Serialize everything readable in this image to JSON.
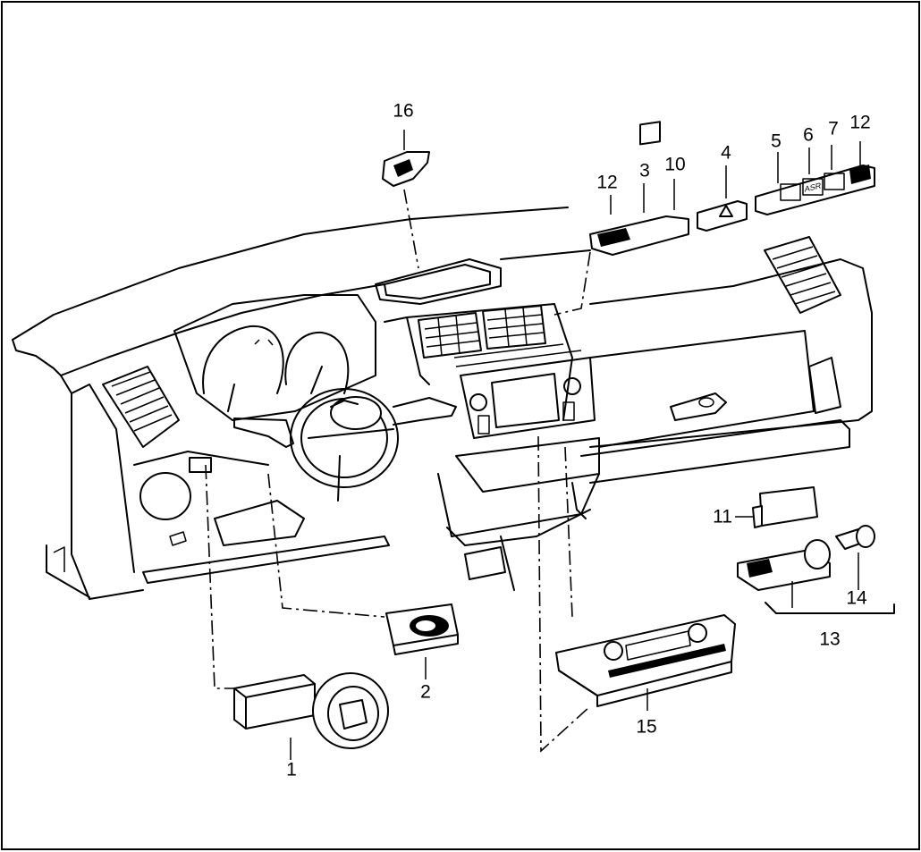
{
  "diagram": {
    "callouts": [
      {
        "id": "c1",
        "text": "1"
      },
      {
        "id": "c2",
        "text": "2"
      },
      {
        "id": "c3",
        "text": "3"
      },
      {
        "id": "c4",
        "text": "4"
      },
      {
        "id": "c5",
        "text": "5"
      },
      {
        "id": "c6",
        "text": "6"
      },
      {
        "id": "c7",
        "text": "7"
      },
      {
        "id": "c10",
        "text": "10"
      },
      {
        "id": "c11",
        "text": "11"
      },
      {
        "id": "c12a",
        "text": "12"
      },
      {
        "id": "c12b",
        "text": "12"
      },
      {
        "id": "c13",
        "text": "13"
      },
      {
        "id": "c14",
        "text": "14"
      },
      {
        "id": "c15",
        "text": "15"
      },
      {
        "id": "c16",
        "text": "16"
      }
    ],
    "switch_labels": {
      "asr": "ASR"
    }
  }
}
